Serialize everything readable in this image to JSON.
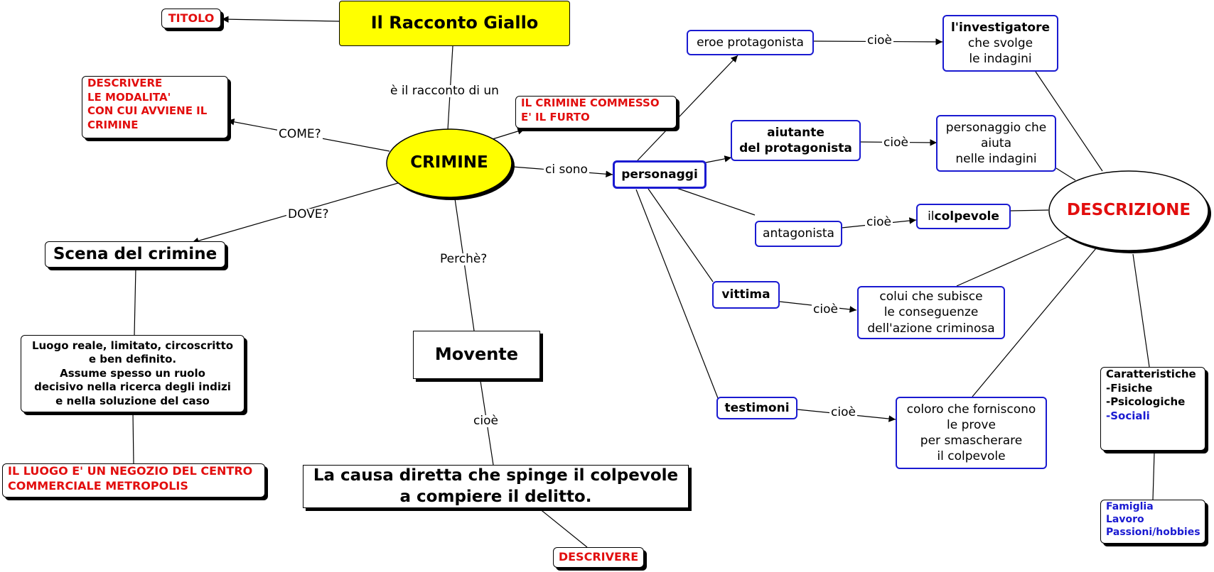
{
  "map": {
    "title": "Il Racconto Giallo",
    "titolo": "TITOLO",
    "crimine": "CRIMINE",
    "modalita": [
      "DESCRIVERE",
      "LE MODALITA'",
      "CON CUI AVVIENE IL",
      "CRIMINE"
    ],
    "furto": [
      "IL CRIMINE COMMESSO",
      "E' IL FURTO"
    ],
    "scena": "Scena del crimine",
    "luogo": [
      "Luogo reale, limitato, circoscritto",
      "e ben definito.",
      "Assume spesso un ruolo",
      "decisivo nella ricerca degli indizi",
      "e nella soluzione del caso"
    ],
    "negozio": [
      "IL LUOGO E' UN NEGOZIO DEL CENTRO",
      "COMMERCIALE METROPOLIS"
    ],
    "movente": "Movente",
    "causa": [
      "La causa diretta che spinge il colpevole",
      "a compiere il delitto."
    ],
    "descrivere": "DESCRIVERE",
    "personaggi": "personaggi",
    "eroe": "eroe protagonista",
    "investigatore": {
      "bold": "l'investigatore",
      "rest": [
        "che svolge",
        "le indagini"
      ]
    },
    "aiutante": [
      "aiutante",
      "del protagonista"
    ],
    "aiuta": [
      "personaggio che",
      "aiuta",
      "nelle indagini"
    ],
    "antagonista": "antagonista",
    "colpevole": {
      "pre": "il ",
      "bold": "colpevole"
    },
    "vittima": "vittima",
    "subisce": [
      "colui che subisce",
      "le conseguenze",
      "dell'azione criminosa"
    ],
    "testimoni": "testimoni",
    "forniscono": [
      "coloro che forniscono",
      "le prove",
      "per smascherare",
      "il colpevole"
    ],
    "descrizione": "DESCRIZIONE",
    "caratteristiche": [
      "Caratteristiche",
      "-Fisiche",
      "-Psicologiche",
      "-Sociali"
    ],
    "famiglia": [
      "Famiglia",
      "Lavoro",
      "Passioni/hobbies"
    ]
  },
  "labels": {
    "racconto": "è il racconto di un",
    "come": "COME?",
    "dove": "DOVE?",
    "ci_sono": "ci sono",
    "perche": "Perchè?",
    "cioe_movente": "cioè",
    "cioe_eroe": "cioè",
    "cioe_aiutante": "cioè",
    "cioe_antagonista": "cioè",
    "cioe_vittima": "cioè",
    "cioe_testimoni": "cioè"
  },
  "colors": {
    "title_fill": "#ffff00",
    "crimine_fill": "#ffff00",
    "accent_red": "#e20e0e",
    "accent_blue": "#1a1ad1"
  }
}
